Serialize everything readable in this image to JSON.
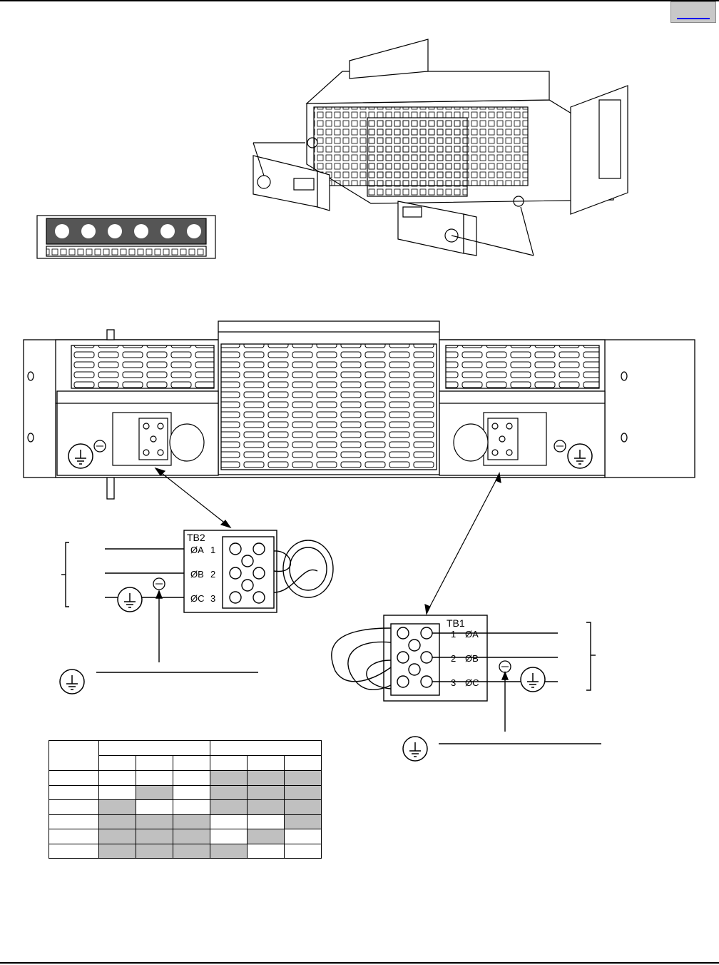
{
  "diagram": {
    "tb2_title": "TB2",
    "tb1_title": "TB1",
    "tb2_rows": [
      {
        "phase": "ØA",
        "num": "1"
      },
      {
        "phase": "ØB",
        "num": "2"
      },
      {
        "phase": "ØC",
        "num": "3"
      }
    ],
    "tb1_rows": [
      {
        "num": "1",
        "phase": "ØA"
      },
      {
        "num": "2",
        "phase": "ØB"
      },
      {
        "num": "3",
        "phase": "ØC"
      }
    ]
  },
  "table": {
    "rows": [
      [
        false,
        false,
        false,
        true,
        true,
        true
      ],
      [
        false,
        true,
        false,
        true,
        true,
        true
      ],
      [
        true,
        false,
        false,
        true,
        true,
        true
      ],
      [
        true,
        true,
        true,
        false,
        false,
        true
      ],
      [
        true,
        true,
        true,
        false,
        true,
        false
      ],
      [
        true,
        true,
        true,
        true,
        false,
        false
      ]
    ],
    "shade_color": "#c0c0c0"
  },
  "colors": {
    "link": "#0000ee",
    "nav_bg": "#c8c8c8"
  }
}
